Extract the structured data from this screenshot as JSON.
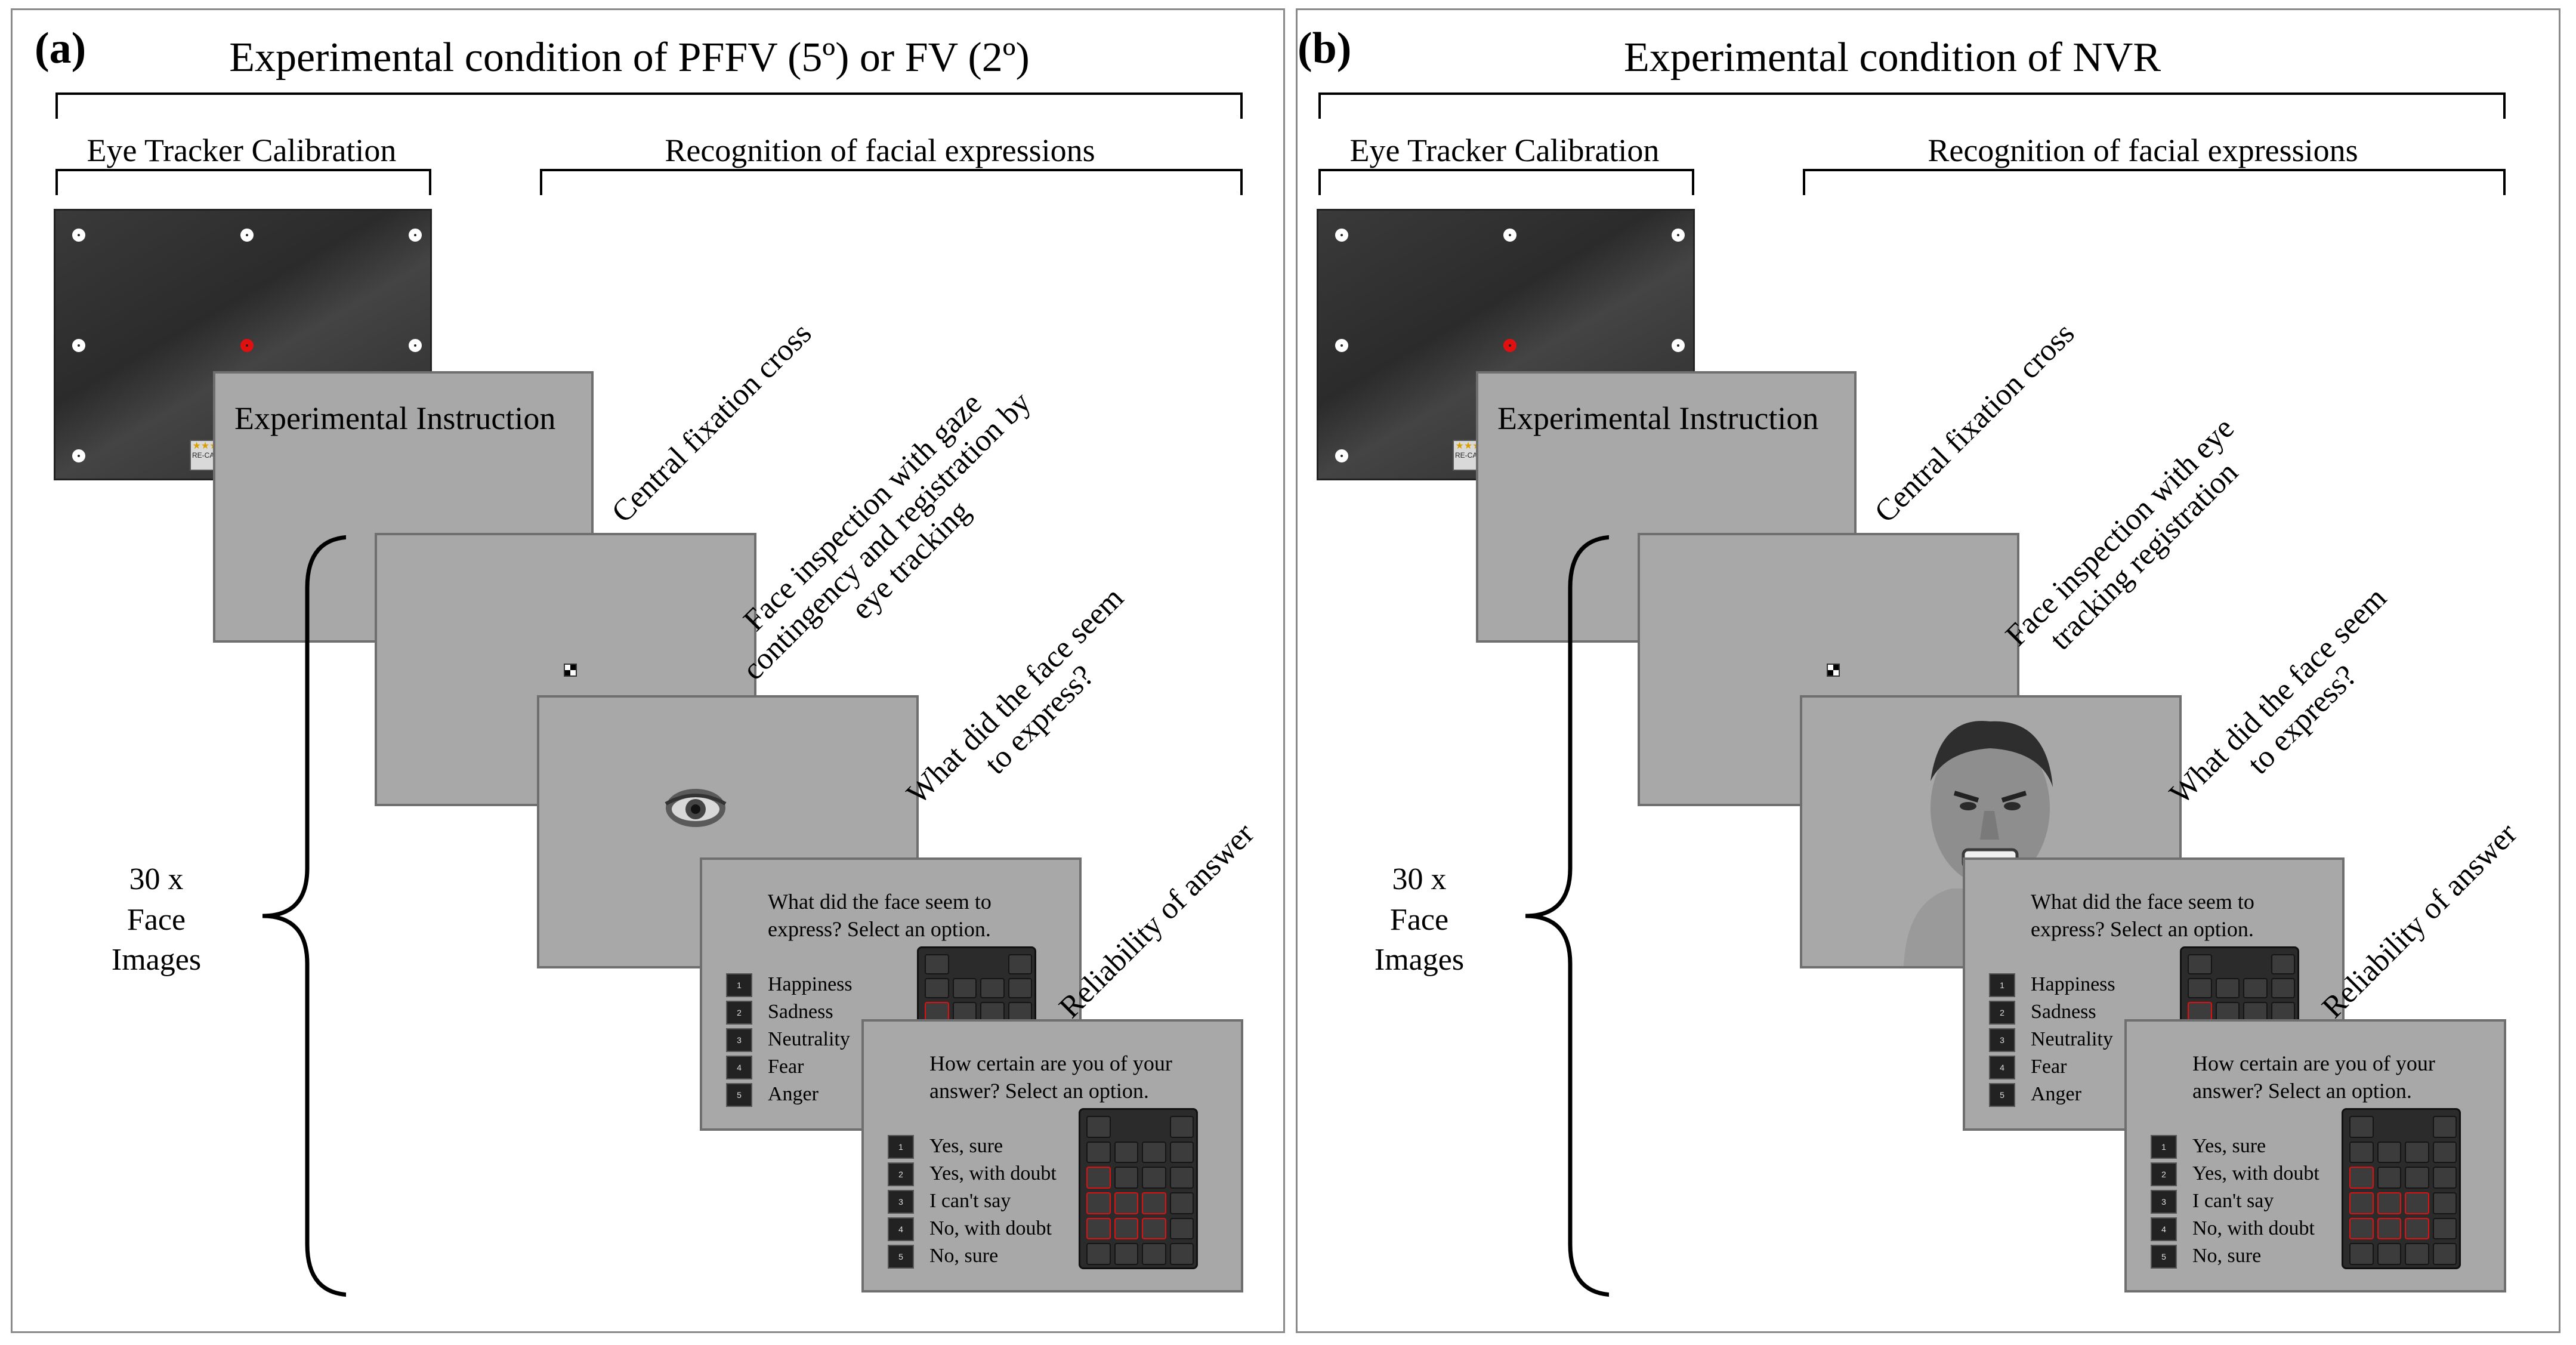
{
  "panels": [
    {
      "id": "a",
      "letter": "(a)",
      "title": "Experimental condition of PFFV (5º) or FV (2º)",
      "calibration_label": "Eye Tracker Calibration",
      "recognition_label": "Recognition of facial expressions",
      "instruction_text": "Experimental Instruction",
      "fixation_label": "Central fixation cross",
      "inspection_label_lines": [
        "Face inspection with gaze",
        "contingency and registration by",
        "eye tracking"
      ],
      "question_label_lines": [
        "What did the face seem",
        "to express?"
      ],
      "reliability_label": "Reliability of answer",
      "stimulus": "eye-region-only",
      "repeat_label_lines": [
        "30 x",
        "Face",
        "Images"
      ]
    },
    {
      "id": "b",
      "letter": "(b)",
      "title": "Experimental condition of NVR",
      "calibration_label": "Eye Tracker Calibration",
      "recognition_label": "Recognition of facial expressions",
      "instruction_text": "Experimental Instruction",
      "fixation_label": "Central fixation cross",
      "inspection_label_lines": [
        "Face inspection with eye",
        "tracking registration"
      ],
      "question_label_lines": [
        "What did the face seem",
        "to express?"
      ],
      "reliability_label": "Reliability of answer",
      "stimulus": "full-face",
      "repeat_label_lines": [
        "30 x",
        "Face",
        "Images"
      ]
    }
  ],
  "calibration": {
    "recal_button": "RE-CAL",
    "stars": "★★★"
  },
  "question_screen": {
    "prompt_lines": [
      "What did the face seem to",
      "express? Select an option."
    ],
    "options": [
      {
        "key": "1",
        "label": "Happiness"
      },
      {
        "key": "2",
        "label": "Sadness"
      },
      {
        "key": "3",
        "label": "Neutrality"
      },
      {
        "key": "4",
        "label": "Fear"
      },
      {
        "key": "5",
        "label": "Anger"
      }
    ]
  },
  "certainty_screen": {
    "prompt_lines": [
      "How certain are you of your",
      "answer? Select an option."
    ],
    "options": [
      {
        "key": "1",
        "label": "Yes, sure"
      },
      {
        "key": "2",
        "label": "Yes, with doubt"
      },
      {
        "key": "3",
        "label": "I can't say"
      },
      {
        "key": "4",
        "label": "No, with doubt"
      },
      {
        "key": "5",
        "label": "No, sure"
      }
    ]
  },
  "colors": {
    "screen_gray": "#a8a8a8",
    "calibration_bg": "#2e2e2e",
    "calibration_target": "#e01010",
    "keypad_highlight": "#d11111"
  }
}
